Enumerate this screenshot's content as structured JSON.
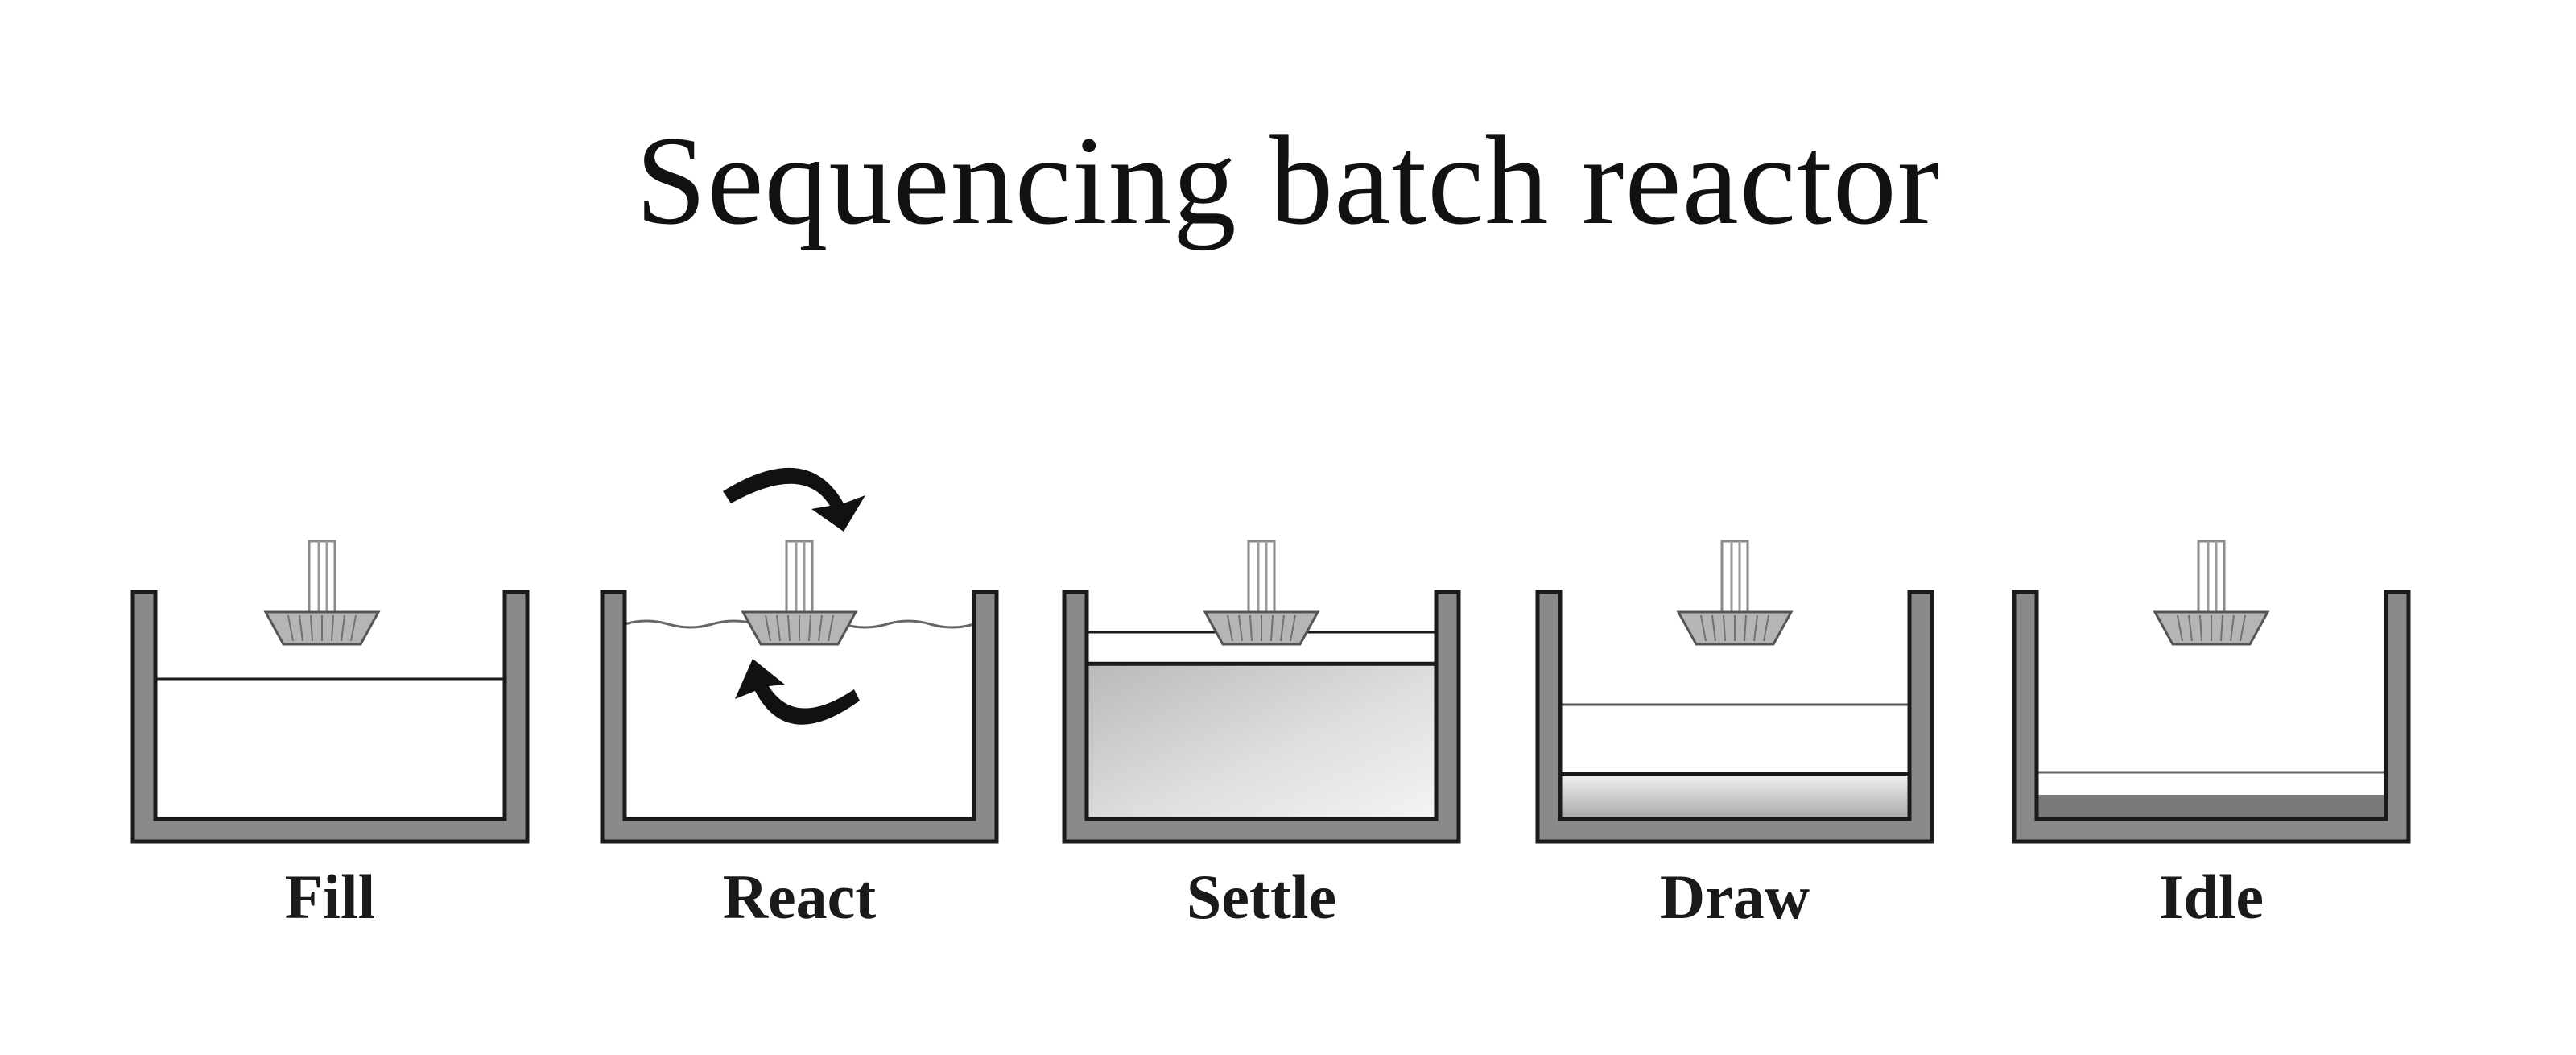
{
  "title": "Sequencing batch reactor",
  "stages": [
    {
      "label": "Fill",
      "mixer_arrows": false,
      "liquid_level": 0.24,
      "sludge_level": 0,
      "mid_line": 0,
      "turbulent": false
    },
    {
      "label": "React",
      "mixer_arrows": true,
      "liquid_level": 0.05,
      "sludge_level": 0,
      "mid_line": 0,
      "turbulent": true
    },
    {
      "label": "Settle",
      "mixer_arrows": false,
      "liquid_level": 0.11,
      "sludge_level": 0.21,
      "mid_line": 0,
      "turbulent": false
    },
    {
      "label": "Draw",
      "mixer_arrows": false,
      "liquid_level": 0.0,
      "sludge_level": 0.76,
      "mid_line": 0.45,
      "turbulent": false
    },
    {
      "label": "Idle",
      "mixer_arrows": false,
      "liquid_level": 0.0,
      "sludge_level": 0.8,
      "mid_line": 0.8,
      "turbulent": false
    }
  ],
  "colors": {
    "tank_wall": "#8a8a8a",
    "tank_outline": "#1a1a1a",
    "sludge_light": "#e9e9e9",
    "sludge_dark": "#a8a8a8",
    "idle_sludge": "#7a7a7a",
    "arrow": "#111111"
  }
}
